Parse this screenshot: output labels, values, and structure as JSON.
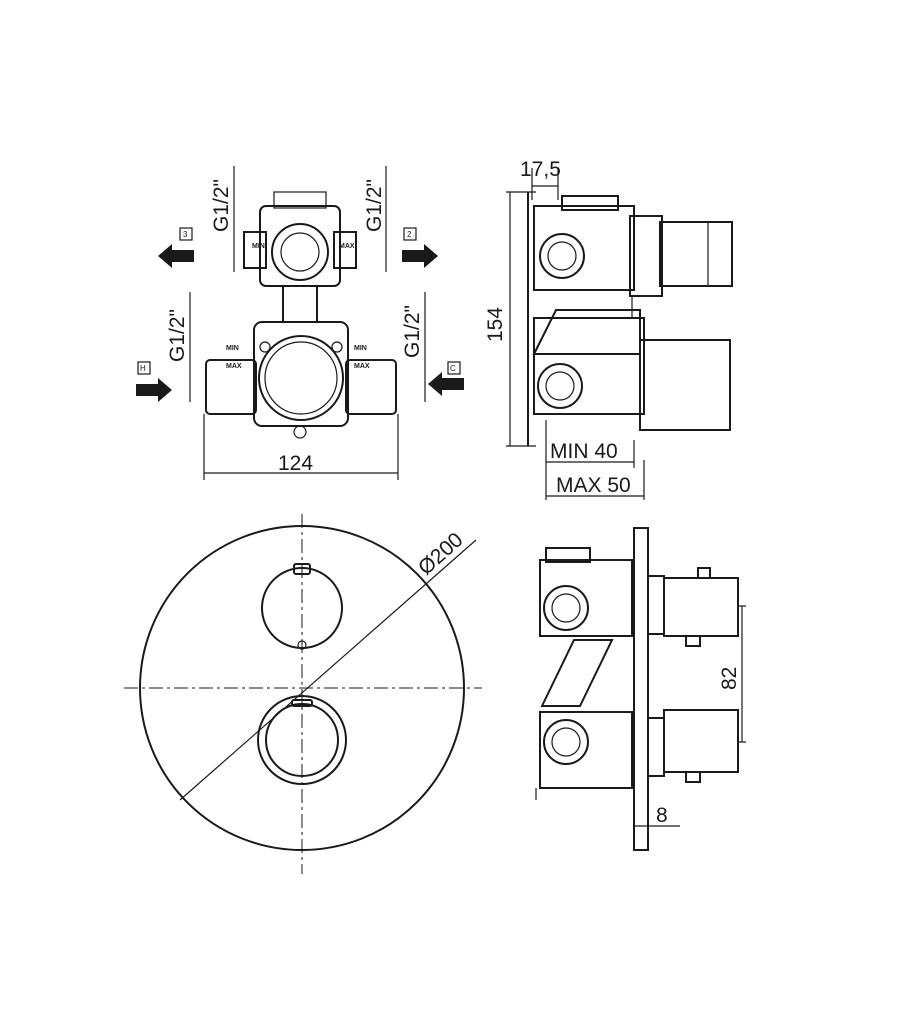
{
  "top_view": {
    "thread_top_left": "G1/2\"",
    "thread_top_right": "G1/2\"",
    "thread_bottom_left": "G1/2\"",
    "thread_bottom_right": "G1/2\"",
    "outlet_left_label": "3",
    "outlet_right_label": "2",
    "inlet_hot_label": "H",
    "inlet_cold_label": "C",
    "min_label": "MIN",
    "max_label": "MAX",
    "width_dim": "124"
  },
  "side_view": {
    "offset_dim": "17,5",
    "height_dim": "154",
    "min_depth": "MIN 40",
    "max_depth": "MAX 50"
  },
  "front_view": {
    "diameter_dim": "Ø200"
  },
  "installed_view": {
    "spacing_dim": "82",
    "plate_thickness_dim": "8"
  }
}
